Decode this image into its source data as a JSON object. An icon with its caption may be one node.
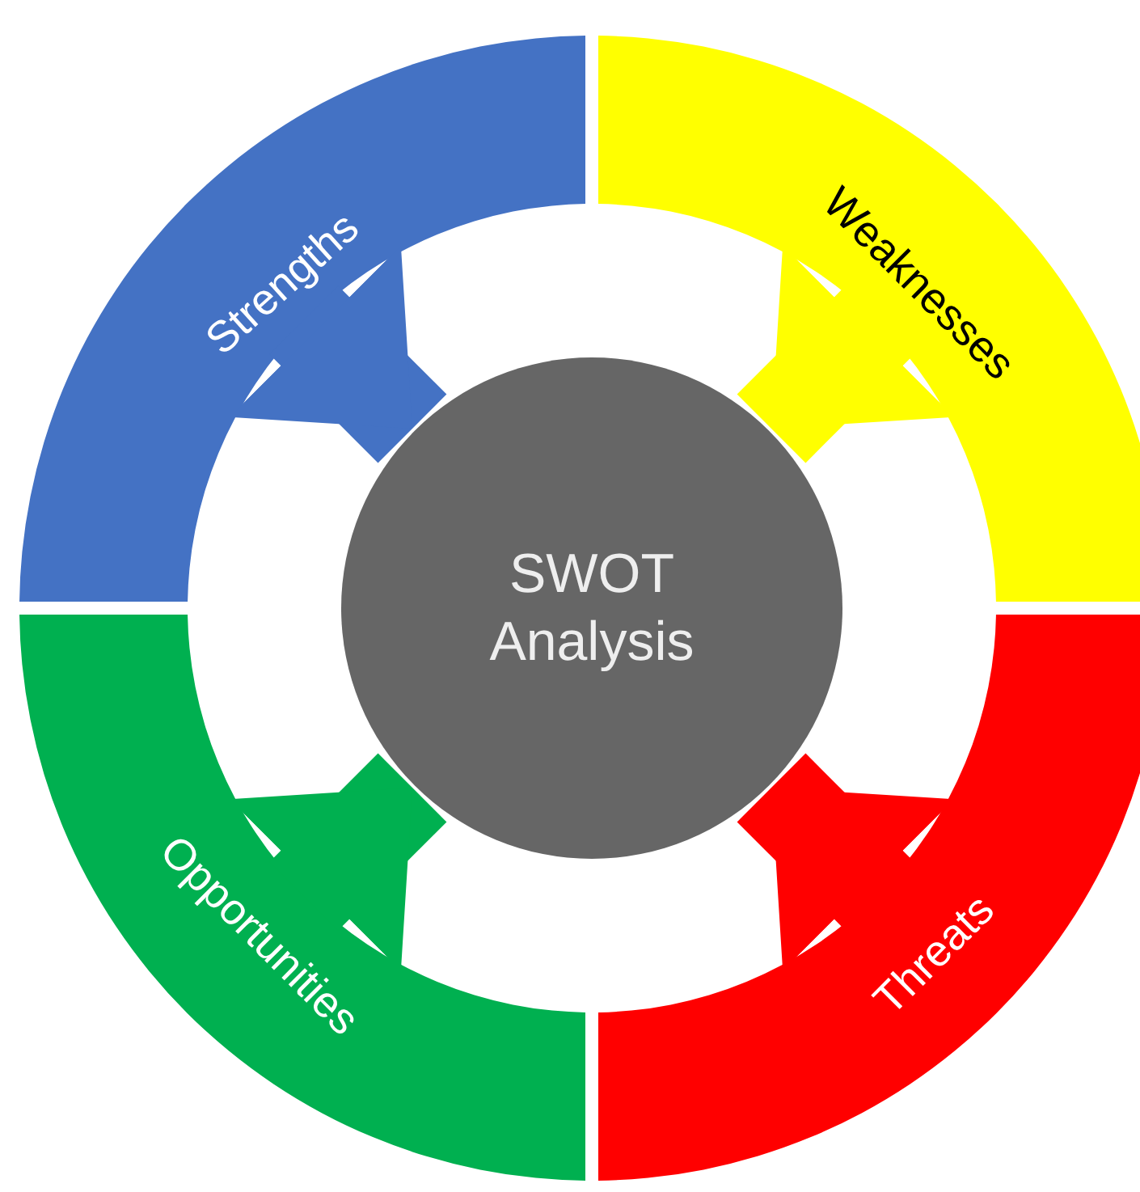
{
  "diagram": {
    "nodes": [
      {
        "text": [
          "Strengths"
        ]
      },
      {
        "text": [
          "Weaknesses"
        ]
      },
      {
        "text": [
          "SWOT Analysis"
        ]
      },
      {
        "text": [
          "Opportunities"
        ]
      },
      {
        "text": [
          "Threats"
        ]
      }
    ],
    "edges": [
      {
        "from": 0,
        "to": 2,
        "arrow": "to",
        "color": "#4472c4"
      },
      {
        "from": 1,
        "to": 2,
        "arrow": "to",
        "color": "#ffff00"
      },
      {
        "from": 3,
        "to": 2,
        "arrow": "to",
        "color": "#00b050"
      },
      {
        "from": 4,
        "to": 2,
        "arrow": "to",
        "color": "#ff0000"
      }
    ]
  }
}
